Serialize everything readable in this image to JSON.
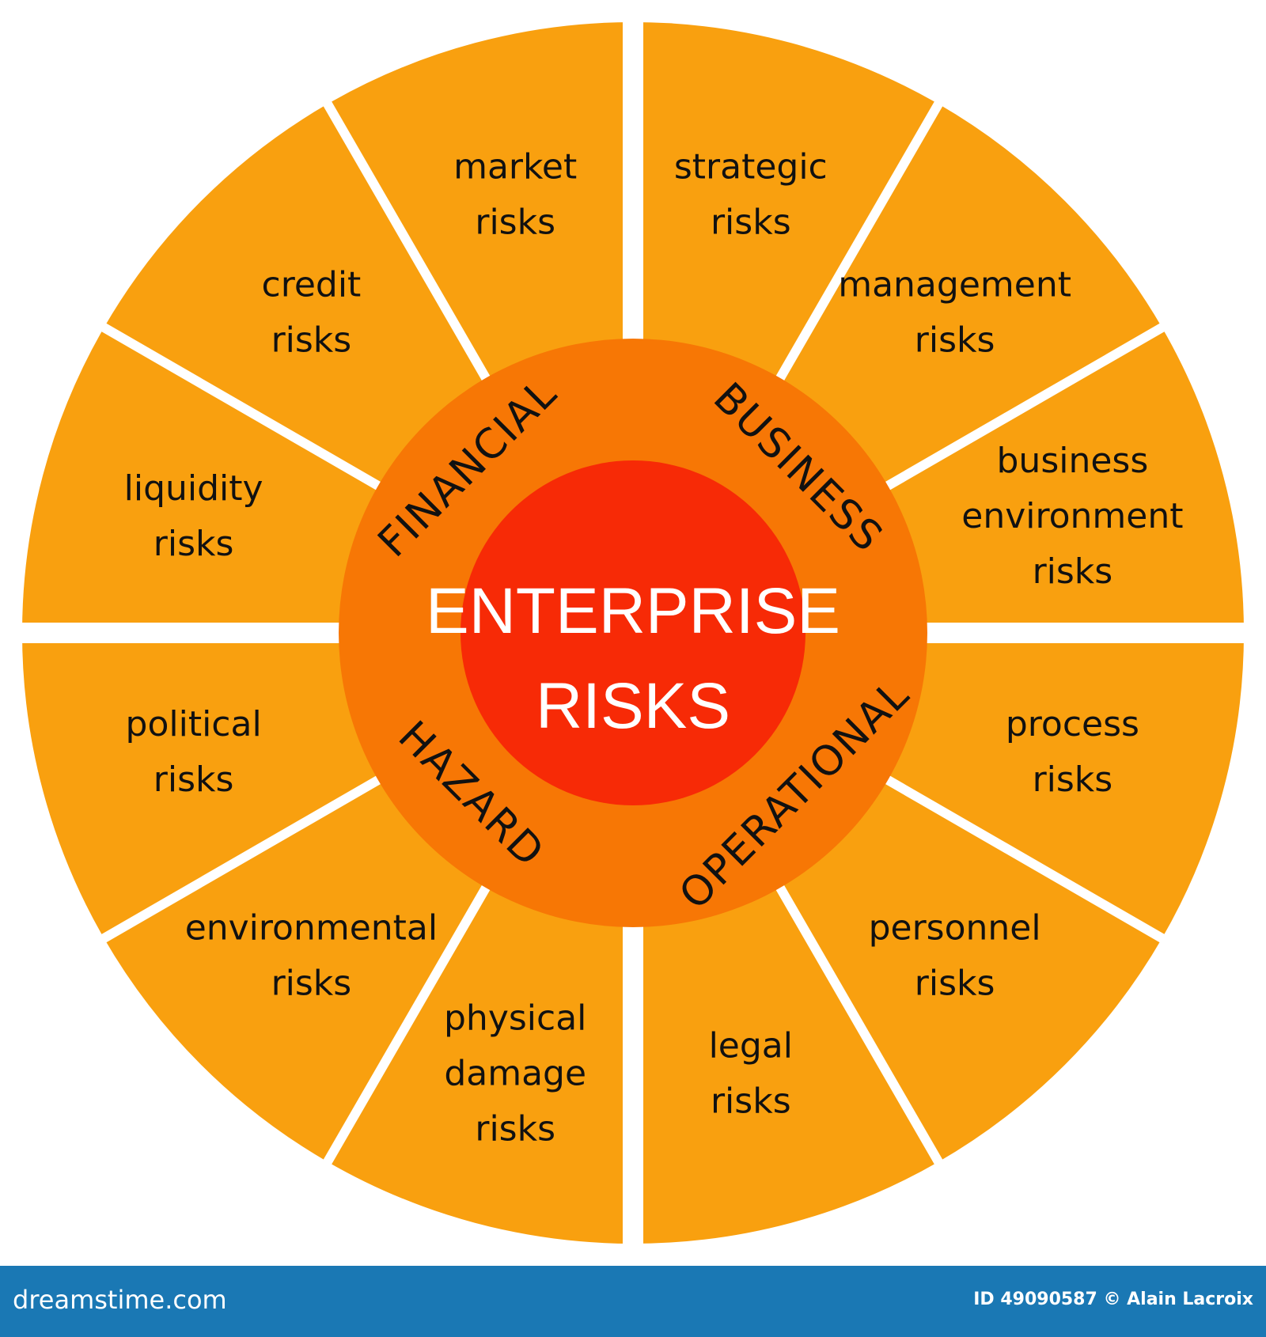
{
  "colors": {
    "outer": "#f9a00f",
    "middle": "#f77705",
    "center": "#f72a06",
    "divider": "#ffffff",
    "text": "#111111",
    "footer": "#1a78b4"
  },
  "center": {
    "line1": "ENTERPRISE",
    "line2": "RISKS"
  },
  "categories": [
    {
      "id": "financial",
      "label": "FINANCIAL"
    },
    {
      "id": "business",
      "label": "BUSINESS"
    },
    {
      "id": "operational",
      "label": "OPERATIONAL"
    },
    {
      "id": "hazard",
      "label": "HAZARD"
    }
  ],
  "segments": [
    {
      "id": "strategic",
      "lines": [
        "strategic",
        "risks"
      ]
    },
    {
      "id": "management",
      "lines": [
        "management",
        "risks"
      ]
    },
    {
      "id": "business-environment",
      "lines": [
        "business",
        "environment",
        "risks"
      ]
    },
    {
      "id": "process",
      "lines": [
        "process",
        "risks"
      ]
    },
    {
      "id": "personnel",
      "lines": [
        "personnel",
        "risks"
      ]
    },
    {
      "id": "legal",
      "lines": [
        "legal",
        "risks"
      ]
    },
    {
      "id": "physical-damage",
      "lines": [
        "physical",
        "damage",
        "risks"
      ]
    },
    {
      "id": "environmental",
      "lines": [
        "environmental",
        "risks"
      ]
    },
    {
      "id": "political",
      "lines": [
        "political",
        "risks"
      ]
    },
    {
      "id": "liquidity",
      "lines": [
        "liquidity",
        "risks"
      ]
    },
    {
      "id": "credit",
      "lines": [
        "credit",
        "risks"
      ]
    },
    {
      "id": "market",
      "lines": [
        "market",
        "risks"
      ]
    }
  ],
  "footer": {
    "site": "dreamstime.com",
    "credit": "ID 49090587 © Alain Lacroix"
  }
}
